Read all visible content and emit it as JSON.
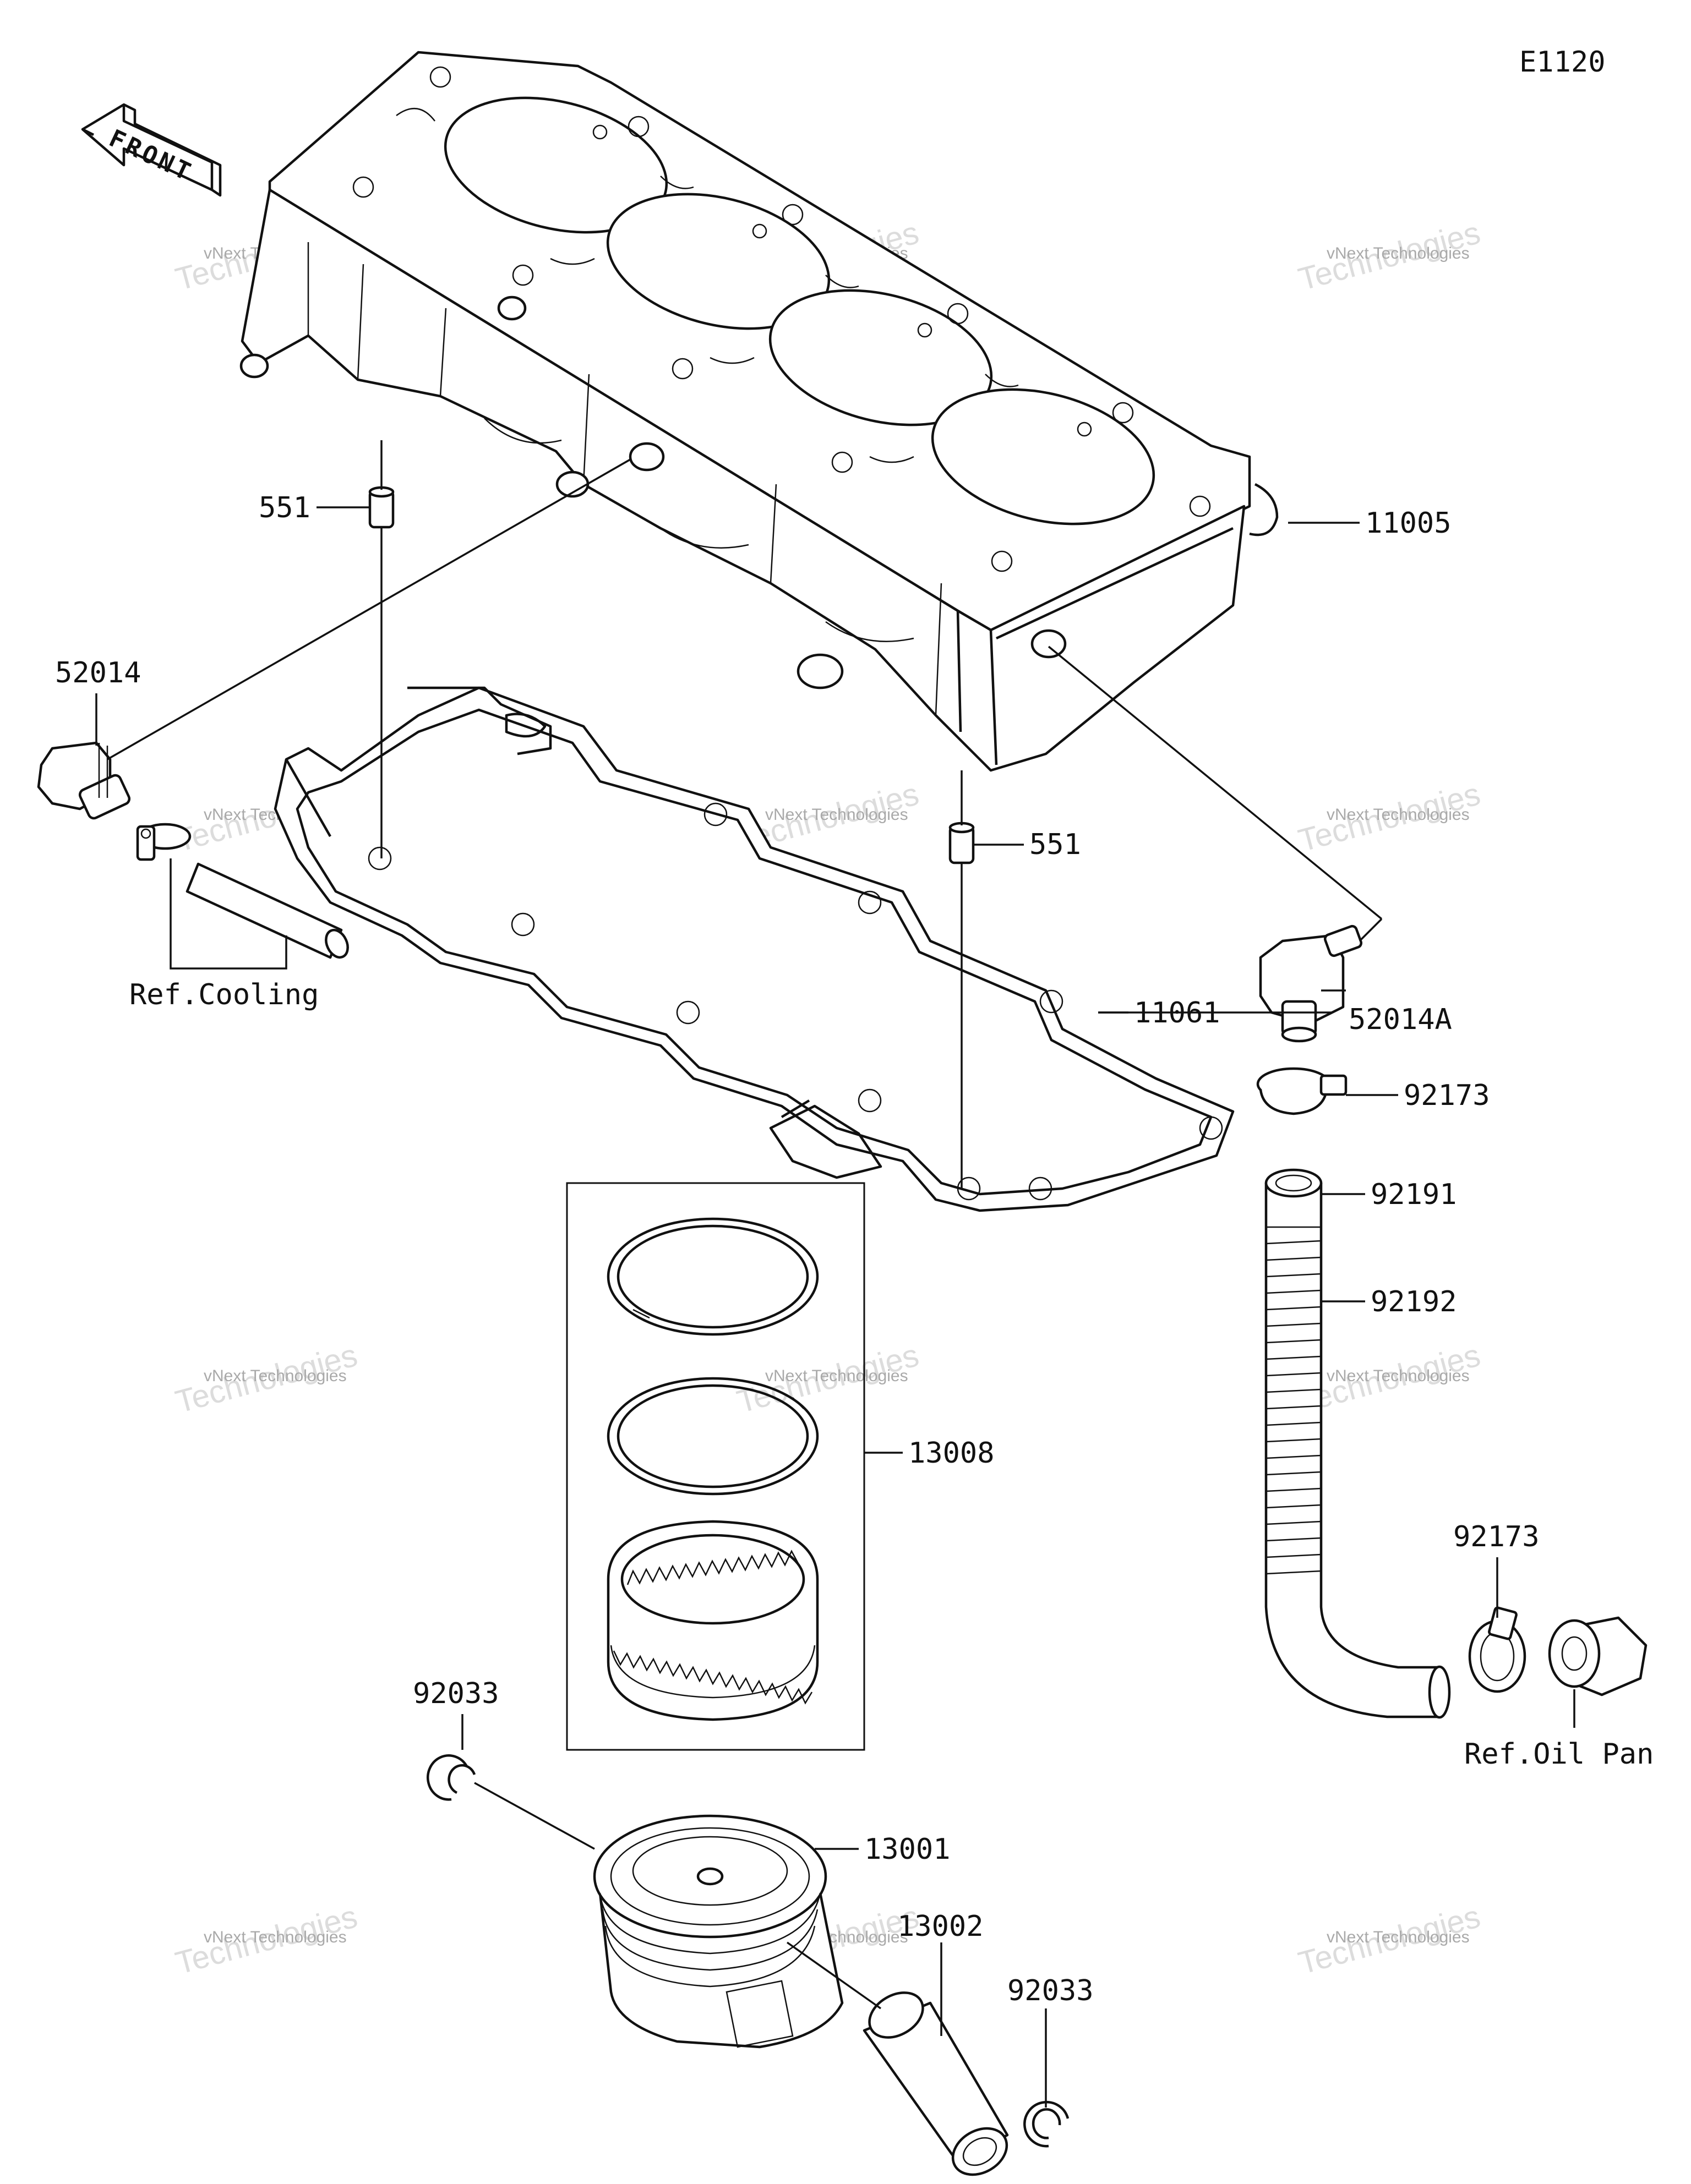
{
  "diagram_code": "E1120",
  "front_label": "FRONT",
  "callouts": {
    "cylinder": "11005",
    "dowel_pin_left": "551",
    "dowel_pin_right": "551",
    "fitting_left": "52014",
    "fitting_right": "52014A",
    "gasket": "11061",
    "clamp_upper": "92173",
    "hose": "92191",
    "hose_protector": "92192",
    "clamp_lower": "92173",
    "ring_set": "13008",
    "circlip_upper": "92033",
    "piston": "13001",
    "piston_pin": "13002",
    "circlip_lower": "92033"
  },
  "references": {
    "cooling": "Ref.Cooling",
    "oil_pan": "Ref.Oil Pan"
  },
  "watermark": {
    "line1": "vNext Technologies",
    "line2": "Technologies",
    "line3": "vNext"
  }
}
